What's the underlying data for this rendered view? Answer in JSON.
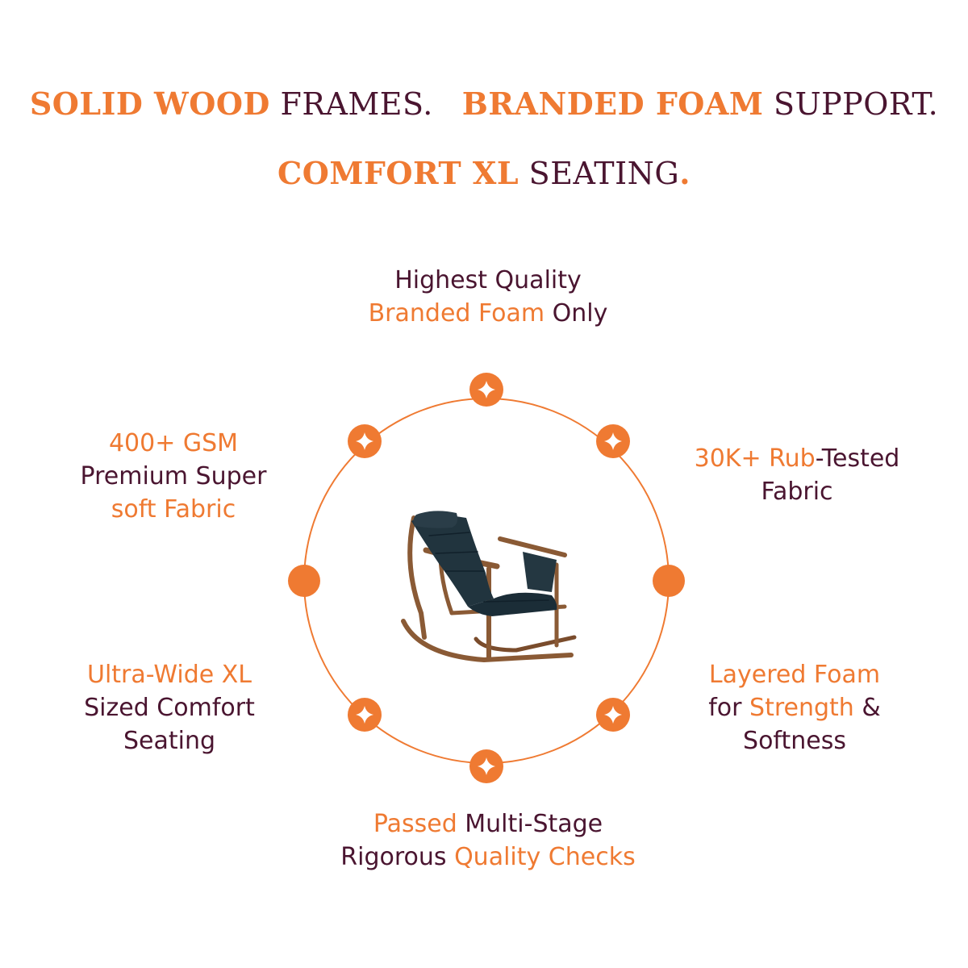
{
  "headline": {
    "line1": [
      {
        "text": "SOLID WOOD",
        "accent": true
      },
      {
        "text": " FRAMES.",
        "accent": false
      },
      {
        "text": "BRANDED FOAM",
        "accent": true
      },
      {
        "text": " SUPPORT.",
        "accent": false
      }
    ],
    "line2": [
      {
        "text": "COMFORT XL",
        "accent": true
      },
      {
        "text": " SEATING",
        "accent": false
      },
      {
        "text": ".",
        "accent": true
      }
    ]
  },
  "features": {
    "top": {
      "l1a": "Highest Quality",
      "l2a": "Branded Foam",
      "l2b": " Only"
    },
    "left": {
      "l1a": "400+ GSM",
      "l2a": "Premium Super",
      "l3a": "soft Fabric"
    },
    "right": {
      "l1a": "30K+ Rub",
      "l1b": "-Tested",
      "l2a": "Fabric"
    },
    "bottom_left": {
      "l1a": "Ultra-Wide XL",
      "l2a": "Sized Comfort",
      "l3a": "Seating"
    },
    "bottom_right": {
      "l1a": "Layered Foam",
      "l2a": "for ",
      "l2b": "Strength",
      "l2c": " &",
      "l3a": "Softness"
    },
    "bottom": {
      "l1a": "Passed",
      "l1b": " Multi-Stage",
      "l2a": "Rigorous ",
      "l2b": "Quality Checks"
    }
  },
  "colors": {
    "accent": "#ef7a32",
    "dark": "#4a1530",
    "background": "#ffffff"
  },
  "icons": {
    "node": "sparkle-icon",
    "product": "rocking-chair-image"
  }
}
